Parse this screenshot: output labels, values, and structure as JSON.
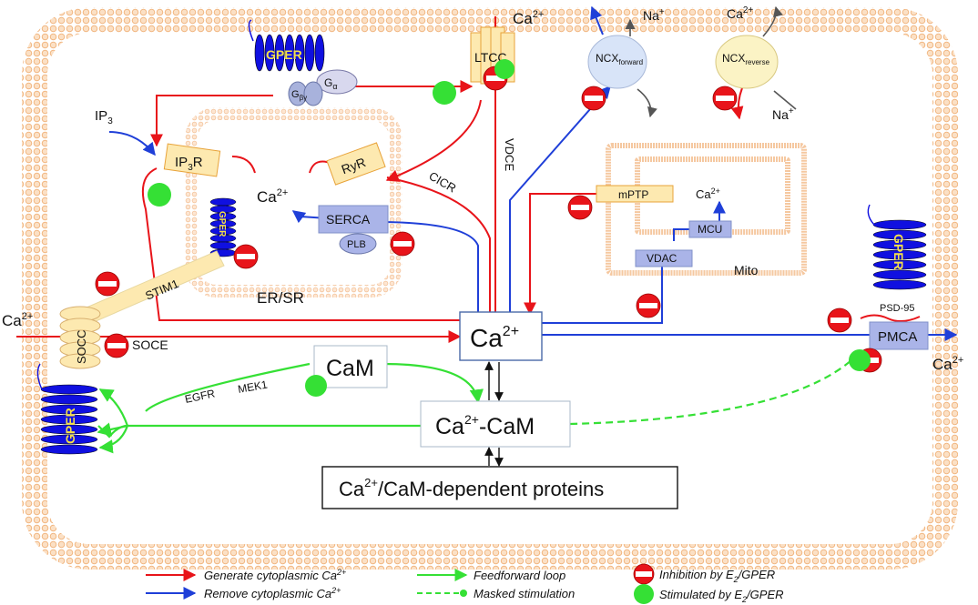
{
  "labels": {
    "gper_top": "GPER",
    "g_alpha": "G",
    "g_alpha_sub": "α",
    "g_beta": "G",
    "g_beta_sub": "βγ",
    "ltcc": "LTCC",
    "vdce": "VDCE",
    "ca_top": "Ca",
    "ca_top_sup": "2+",
    "ncx_forward": "NCX",
    "ncx_forward_sub": "forward",
    "ncx_reverse": "NCX",
    "ncx_reverse_sub": "reverse",
    "na_plus": "Na",
    "na_plus_sup": "+",
    "na_plus2": "Na",
    "na_plus2_sup": "+",
    "ca_ncxr": "Ca",
    "ca_ncxr_sup": "2+",
    "ip3": "IP",
    "ip3_sub": "3",
    "ip3r": "IP",
    "ip3r_sub": "3",
    "ip3r_tail": "R",
    "ryr": "RyR",
    "cicr": "CICR",
    "ca_er": "Ca",
    "ca_er_sup": "2+",
    "serca": "SERCA",
    "plb": "PLB",
    "gper_er": "GPER",
    "stim1": "STIM1",
    "er_sr": "ER/SR",
    "ca_left": "Ca",
    "ca_left_sup": "2+",
    "socc": "SOCC",
    "soce": "SOCE",
    "mptp": "mPTP",
    "ca_mito": "Ca",
    "ca_mito_sup": "2+",
    "mcu": "MCU",
    "vdac": "VDAC",
    "mito": "Mito",
    "gper_right": "GPER",
    "psd95": "PSD-95",
    "pmca": "PMCA",
    "ca_right": "Ca",
    "ca_right_sup": "2+",
    "ca_center": "Ca",
    "ca_center_sup": "2+",
    "cam": "CaM",
    "egfr": "EGFR",
    "mek1": "MEK1",
    "ca_cam": "Ca",
    "ca_cam_sup": "2+",
    "ca_cam_tail": "-CaM",
    "gper_left": "GPER",
    "dep_proteins_pre": "Ca",
    "dep_proteins_sup": "2+",
    "dep_proteins_post": "/CaM-dependent proteins"
  },
  "legend": {
    "generate": "Generate cytoplasmic Ca",
    "generate_sup": "2+",
    "remove": "Remove cytoplasmic Ca",
    "remove_sup": "2+",
    "feedforward": "Feedforward loop",
    "masked": "Masked stimulation",
    "inhibition": "Inhibition by E",
    "inhibition_sub": "2",
    "inhibition_tail": "/GPER",
    "stimulated": "Stimulated by E",
    "stimulated_sub": "2",
    "stimulated_tail": "/GPER"
  },
  "colors": {
    "generate": "#e8141a",
    "remove": "#1f3fd8",
    "feedforward": "#35e035",
    "membrane": "#f3b47c",
    "gper": "#1010e0",
    "box_fill": "#fde9b0",
    "box_stroke": "#e8a33a",
    "blue_box": "#aab4e8"
  }
}
